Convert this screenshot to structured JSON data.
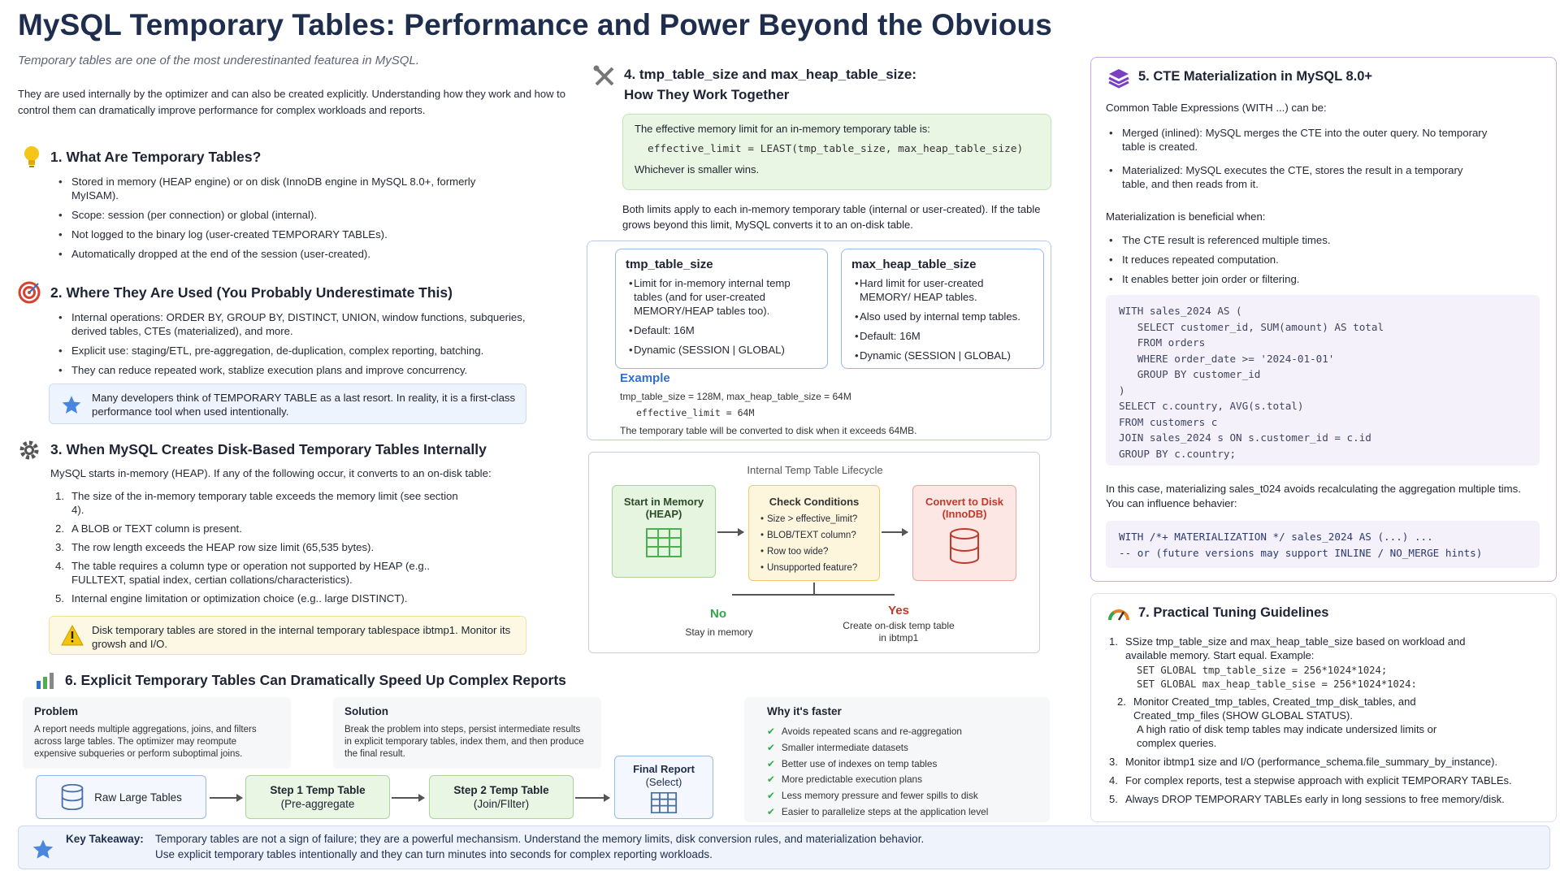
{
  "header": {
    "title": "MySQL Temporary Tables: Performance and Power Beyond the Obvious",
    "subtitle": "Temporary tables are one of the most underestinanted featurea in MySQL.",
    "intro": "They are used internally by the optimizer and can also be created explicitly. Understanding how they work and how to control them can dramatically improve performance for complex workloads and reports."
  },
  "s1": {
    "title": "1. What Are Temporary Tables?",
    "items": [
      "Stored in memory (HEAP engine) or on disk (InnoDB engine in MySQL 8.0+, formerly MyISAM).",
      "Scope: session (per connection) or global (internal).",
      "Not logged to the binary log (user-created TEMPORARY TABLEs).",
      "Automatically dropped at the end of the session (user-created)."
    ]
  },
  "s2": {
    "title": "2. Where They Are Used (You Probably Underestimate This)",
    "items": [
      "Internal operations: ORDER BY, GROUP BY, DISTINCT, UNION, window functions, subqueries, derived tables, CTEs (materialized), and more.",
      "Explicit use: staging/ETL, pre-aggregation, de-duplication, complex reporting, batching.",
      "They can reduce repeated work, stablize execution plans and improve concurrency."
    ],
    "callout": "Many developers think of TEMPORARY TABLE as a last resort. In reality, it is a first-class performance tool when used intentionally."
  },
  "s3": {
    "title": "3. When MySQL Creates Disk-Based Temporary Tables Internally",
    "lead": "MySQL starts in-memory (HEAP). If any of the following occur, it converts to an on-disk table:",
    "items": [
      "The size of the in-memory temporary table exceeds the memory limit (see section 4).",
      "A BLOB or TEXT column is present.",
      "The row length exceeds the HEAP row size limit (65,535 bytes).",
      "The table requires a column type or operation not supported by HEAP (e.g.. FULLTEXT, spatial index, certian collations/characteristics).",
      "Internal engine limitation or optimization choice (e.g.. large DISTINCT)."
    ],
    "callout": "Disk temporary tables are stored in the internal temporary tablespace ibtmp1. Monitor its growsh and I/O."
  },
  "s4": {
    "title_line1": "4. tmp_table_size and max_heap_table_size:",
    "title_line2": "How They Work Together",
    "green_line1": "The effective memory limit for an in-memory temporary table is:",
    "green_code": "effective_limit = LEAST(tmp_table_size, max_heap_table_size)",
    "green_line3": "Whichever is smaller wins.",
    "note": "Both limits apply to each in-memory temporary table (internal or user-created). If the table grows beyond this limit, MySQL converts it to an on-disk table.",
    "card1": {
      "title": "tmp_table_size",
      "items": [
        "Limit for in-memory internal temp tables (and for user-created MEMORY/HEAP tables too).",
        "Default: 16M",
        "Dynamic (SESSION | GLOBAL)"
      ]
    },
    "card2": {
      "title": "max_heap_table_size",
      "items": [
        "Hard limit for user-created MEMORY/ HEAP tables.",
        "Also used by internal temp tables.",
        "Default: 16M",
        "Dynamic (SESSION | GLOBAL)"
      ]
    },
    "example_label": "Example",
    "example_line1": "tmp_table_size = 128M, max_heap_table_size = 64M",
    "example_line2": "effective_limit = 64M",
    "example_line3": "The temporary table will be converted to disk when it exceeds 64MB."
  },
  "lifecycle": {
    "title": "Internal Temp Table Lifecycle",
    "start": "Start in Memory (HEAP)",
    "check_title": "Check Conditions",
    "checks": [
      "Size > effective_limit?",
      "BLOB/TEXT column?",
      "Row too wide?",
      "Unsupported feature?"
    ],
    "convert": "Convert to Disk (InnoDB)",
    "no_label": "No",
    "no_text": "Stay in memory",
    "yes_label": "Yes",
    "yes_text": "Create on-disk temp table in ibtmp1"
  },
  "s5": {
    "title": "5. CTE Materialization in MySQL 8.0+",
    "lead": "Common Table Expressions (WITH ...) can be:",
    "merged": "Merged (inlined): MySQL merges the CTE into the outer query. No temporary table is created.",
    "materialized": "Materialized: MySQL executes the CTE, stores the result in a temporary table, and then reads from it.",
    "benefit_lead": "Materialization is beneficial when:",
    "benefits": [
      "The CTE result is referenced multiple times.",
      "It reduces repeated computation.",
      "It enables better join order or filtering."
    ],
    "code": "WITH sales_2024 AS (\n   SELECT customer_id, SUM(amount) AS total\n   FROM orders\n   WHERE order_date >= '2024-01-01'\n   GROUP BY customer_id\n)\nSELECT c.country, AVG(s.total)\nFROM customers c\nJOIN sales_2024 s ON s.customer_id = c.id\nGROUP BY c.country;",
    "after": "In this case, materializing sales_t024 avoids recalculating the aggregation multiple tims. You can influence behavier:",
    "code2": "WITH /*+ MATERIALIZATION */ sales_2024 AS (...) ...\n-- or (future versions may support INLINE / NO_MERGE hints)"
  },
  "s6": {
    "title": "6. Explicit Temporary Tables Can Dramatically Speed Up Complex Reports",
    "problem_title": "Problem",
    "problem": "A report needs multiple aggregations, joins, and filters across large tables. The optimizer may reompute expensive subqueries or perform suboptimal joins.",
    "solution_title": "Solution",
    "solution": "Break the problem into steps, persist intermediate results in explicit temporary tables, index them, and then produce the final result.",
    "flow": [
      "Raw Large Tables",
      "Step 1 Temp Table",
      "(Pre-aggregate",
      "Step 2 Temp Table",
      "(Join/FIlter)",
      "Final Report",
      "(Select)"
    ],
    "why_title": "Why it's faster",
    "why": [
      "Avoids repeated scans and re-aggregation",
      "Smaller intermediate datasets",
      "Better use of indexes on temp tables",
      "More predictable execution plans",
      "Less memory pressure and fewer spills to disk",
      "Easier to parallelize steps at the application level"
    ]
  },
  "s7": {
    "title": "7. Practical Tuning Guidelines",
    "i1": "SSize tmp_table_size and max_heap_table_size based on workload and available memory. Start equal. Example:",
    "i1_code": "SET GLOBAL tmp_table_size = 256*1024*1024;\nSET GLOBAL max_heap_table_sise = 256*1024*1024:",
    "i2": "Monitor Created_tmp_tables, Created_tmp_disk_tables, and Created_tmp_files (SHOW GLOBAL STATUS).",
    "i2b": "A high ratio of disk temp tables may indicate undersized limits or complex queries.",
    "i3": "Monitor ibtmp1 size and I/O (performance_schema.file_summary_by_instance).",
    "i4": "For complex reports, test a stepwise approach with explicit TEMPORARY TABLEs.",
    "i5": "Always DROP TEMPORARY TABLEs early in long sessions to free memory/disk."
  },
  "takeaway": {
    "label": "Key Takeaway:",
    "line1": "Temporary tables are not a sign of failure; they are a powerful mechansism. Understand the memory limits, disk conversion rules, and materialization behavior.",
    "line2": "Use explicit temporary tables intentionally and they can turn minutes into seconds for complex reporting workloads."
  },
  "colors": {
    "accent_blue": "#2f6fd0",
    "title_navy": "#1f2e4d",
    "green": "#2ea84a",
    "orange_red": "#c0392b",
    "purple": "#7b3fc4"
  }
}
